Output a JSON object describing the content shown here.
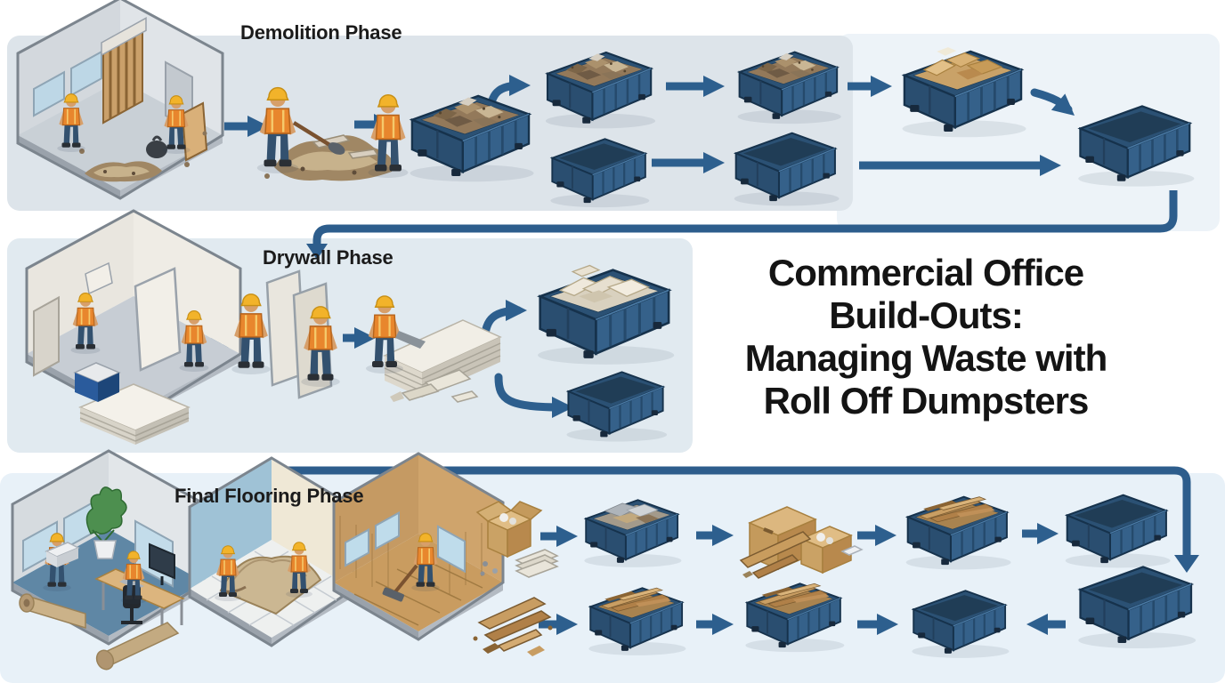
{
  "main_title": {
    "lines": [
      "Commercial Office",
      "Build-Outs:",
      "Managing Waste with",
      "Roll Off Dumpsters"
    ]
  },
  "phases": [
    {
      "id": "demolition",
      "label": "Demolition Phase"
    },
    {
      "id": "drywall",
      "label": "Drywall Phase"
    },
    {
      "id": "final-flooring",
      "label": "Final Flooring Phase"
    }
  ],
  "dumpster_variants": [
    "empty",
    "demolition-debris",
    "drywall-scrap",
    "cardboard-packaging",
    "wood-scrap",
    "mixed-flooring-waste"
  ],
  "colors": {
    "arrow": "#2d5f8e",
    "connector": "#2d5d8c",
    "dumpster_body": "#35618a",
    "dumpster_side": "#2a4e70",
    "dumpster_rim": "#2b5174",
    "dumpster_outline": "#16324c",
    "band_demolition": "#dde4ea",
    "band_demolition_right": "#edf3f8",
    "band_drywall": "#e1eaf0",
    "band_flooring": "#e8f1f8",
    "title_text": "#141414",
    "vest_orange": "#e8862d",
    "helmet_yellow": "#f2b32a"
  }
}
